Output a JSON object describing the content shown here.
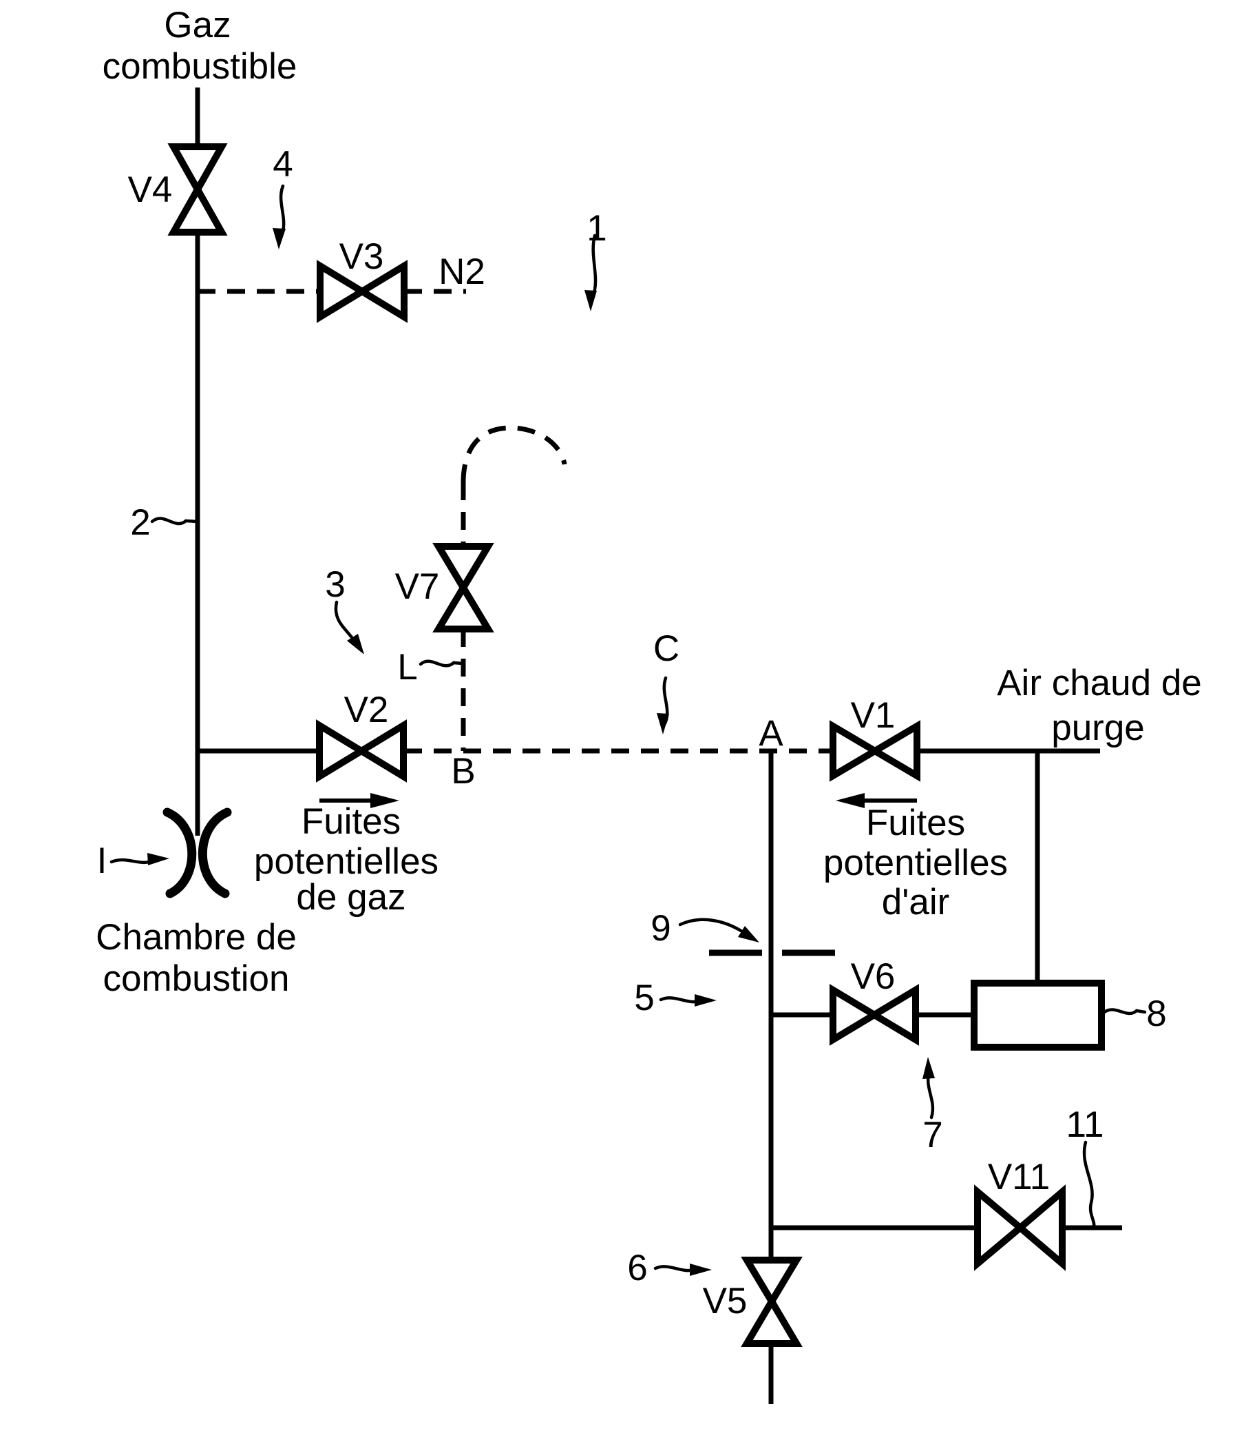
{
  "page": {
    "background_color": "#ffffff",
    "line_color": "#000000"
  },
  "labels": {
    "gas_supply": {
      "lines": [
        "Gaz",
        "combustible"
      ]
    },
    "air_supply": {
      "lines": [
        "Air chaud de",
        "purge"
      ]
    },
    "gas_leaks": {
      "lines": [
        "Fuites",
        "potentielles",
        "de gaz"
      ]
    },
    "air_leaks": {
      "lines": [
        "Fuites",
        "potentielles",
        "d'air"
      ]
    },
    "combustion_chamber": {
      "lines": [
        "Chambre de",
        "combustion"
      ]
    }
  },
  "valves": {
    "v1": "V1",
    "v2": "V2",
    "v3": "V3",
    "v4": "V4",
    "v5": "V5",
    "v6": "V6",
    "v7": "V7",
    "v11": "V11"
  },
  "points": {
    "a": "A",
    "b": "B",
    "c": "C",
    "l": "L",
    "i": "I",
    "n2": "N2"
  },
  "refs": {
    "r1": "1",
    "r2": "2",
    "r3": "3",
    "r4": "4",
    "r5": "5",
    "r6": "6",
    "r7": "7",
    "r8": "8",
    "r9": "9",
    "r11": "11"
  }
}
